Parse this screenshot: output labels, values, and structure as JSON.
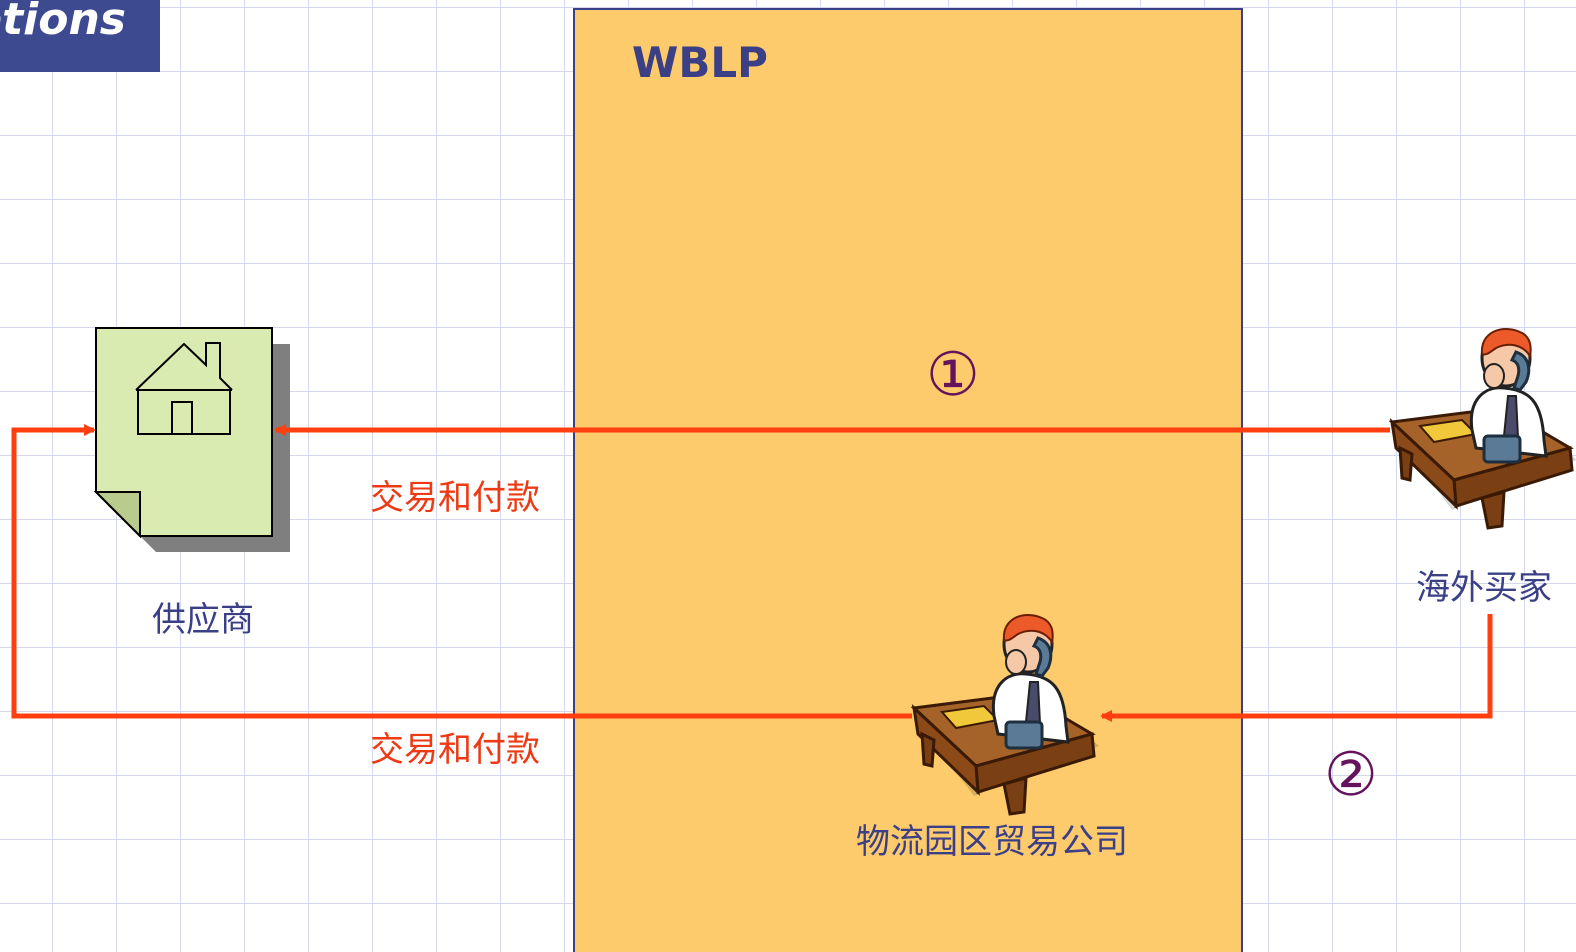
{
  "header": {
    "tab_text": "ptions"
  },
  "zone": {
    "label": "WBLP",
    "fill": "#fdca6c",
    "stroke": "#3b3f86"
  },
  "entities": {
    "supplier": {
      "label": "供应商",
      "icon": "house-document-icon"
    },
    "overseas_buyer": {
      "label": "海外买家",
      "icon": "person-on-phone-at-desk-icon"
    },
    "trading_company": {
      "label": "物流园区贸易公司",
      "icon": "person-on-phone-at-desk-icon"
    }
  },
  "flows": [
    {
      "label": "交易和付款"
    },
    {
      "label": "交易和付款"
    }
  ],
  "steps": [
    "①",
    "②"
  ],
  "colors": {
    "arrow": "#ff3f10",
    "label_text": "#3b3f86",
    "flow_text": "#ee3a14",
    "step_text": "#64135c",
    "document_fill": "#d9ebb0",
    "title_tab": "#3d4a8f"
  }
}
